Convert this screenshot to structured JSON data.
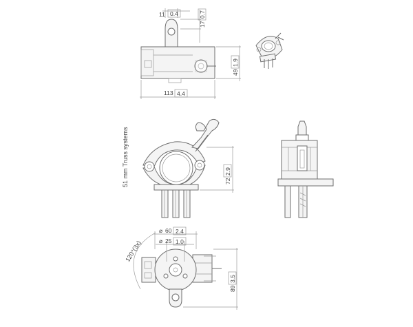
{
  "top_view": {
    "lug_width_mm": "11",
    "lug_width_in": "0.4",
    "lug_height_mm": "17",
    "lug_height_in": "0.7",
    "height_mm": "49",
    "height_in": "1.9",
    "width_mm": "113",
    "width_in": "4.4"
  },
  "side_view": {
    "truss_label": "51 mm Truss systems",
    "height_mm": "72",
    "height_in": "2.9"
  },
  "bottom_view": {
    "angle_label": "120°(3x)",
    "diameter_60_mm": "60",
    "diameter_60_in": "2.4",
    "diameter_25_mm": "25",
    "diameter_25_in": "1.0",
    "height_mm": "89",
    "height_in": "3.5",
    "diameter_symbol": "⌀"
  }
}
